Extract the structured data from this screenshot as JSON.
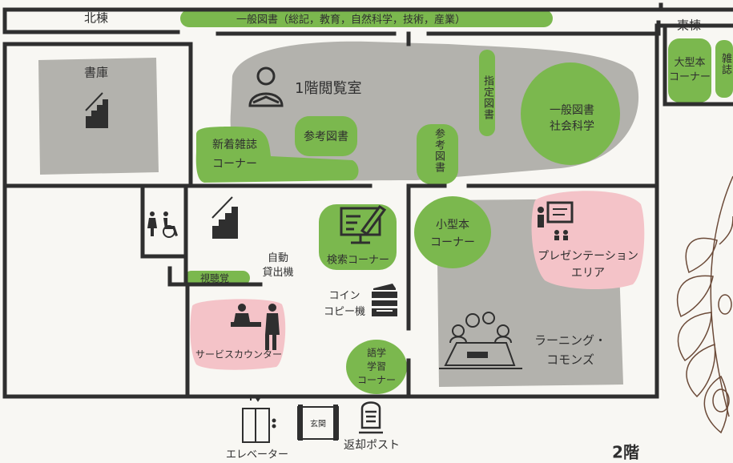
{
  "floor_label": "2階",
  "buildings": {
    "north": "北棟",
    "east": "東棟"
  },
  "rooms": {
    "general_books_top": "一般図書（総記，教育，自然科学，技術，産業）",
    "stacks": "書庫",
    "reading_room": "1階閲覧室",
    "designated_books": "指定図書",
    "general_social": "一般図書\n社会科学",
    "new_magazines": "新着雑誌\nコーナー",
    "reference_1": "参考図書",
    "reference_2": "参考図書",
    "large_books": "大型本\nコーナー",
    "magazines": "雑誌",
    "search_corner": "検索コーナー",
    "small_books": "小型本\nコーナー",
    "presentation": "プレゼンテーション\nエリア",
    "av_room": "視聴覚",
    "auto_checkout": "自動\n貸出機",
    "coin_copy": "コイン\nコピー機",
    "service_counter": "サービスカウンター",
    "learning_commons": "ラーニング・\nコモンズ",
    "language_lab": "語学\n学習\nコーナー",
    "elevator": "エレベーター",
    "entrance": "玄関",
    "return_post": "返却ポスト"
  },
  "icons": [
    "stairs-icon",
    "reader-icon",
    "restroom-icon",
    "computer-search-icon",
    "presentation-icon",
    "counter-staff-icon",
    "group-study-icon",
    "copier-icon",
    "elevator-icon",
    "door-icon",
    "postbox-icon",
    "laurel-icon"
  ],
  "colors": {
    "green": "#7bb84e",
    "grey": "#b3b2ad",
    "pink": "#f4c3c8",
    "wall": "#2f2f2f"
  }
}
